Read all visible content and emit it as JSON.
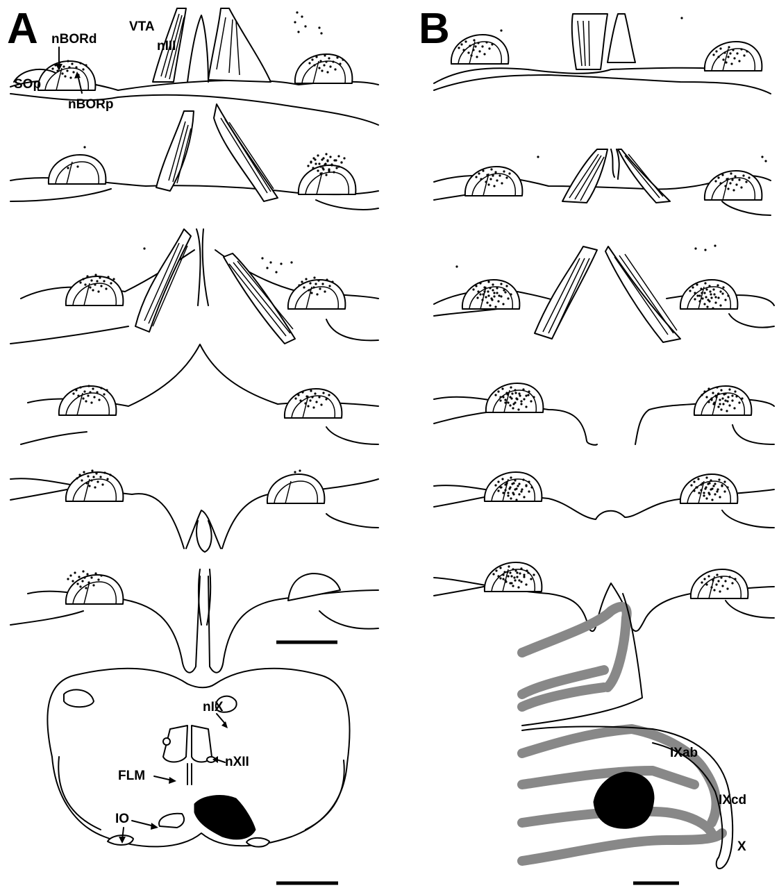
{
  "panels": {
    "a": "A",
    "b": "B"
  },
  "labels": {
    "vta": "VTA",
    "niii": "nIII",
    "nbord": "nBORd",
    "sop": "SOp",
    "nborp": "nBORp",
    "nix": "nIX",
    "nxii": "nXII",
    "flm": "FLM",
    "io": "IO",
    "ixab": "IXab",
    "ixcd": "IXcd",
    "x": "X"
  },
  "colors": {
    "ink": "#000000",
    "lesion": "#000000",
    "cerebellar_lobule": "#888888",
    "background": "#ffffff"
  }
}
